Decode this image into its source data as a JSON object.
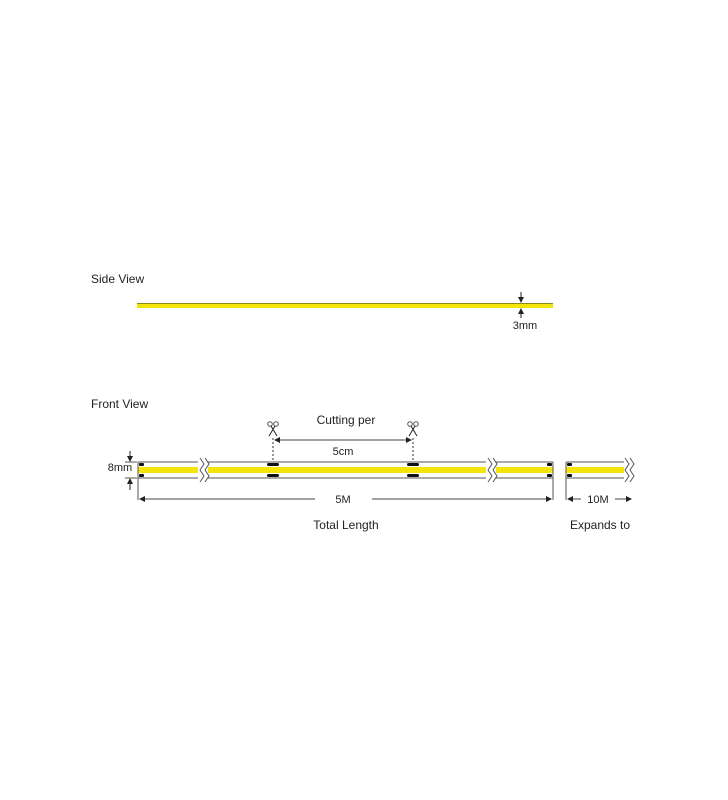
{
  "side_view": {
    "title": "Side View",
    "thickness": "3mm"
  },
  "front_view": {
    "title": "Front View",
    "width": "8mm",
    "cutting_label": "Cutting per",
    "cutting_interval": "5cm",
    "length": "5M",
    "length_label": "Total Length",
    "expand_length": "10M",
    "expand_label": "Expands to"
  },
  "colors": {
    "led": "#f4e40c",
    "outline": "#555555",
    "pad": "#111111"
  }
}
